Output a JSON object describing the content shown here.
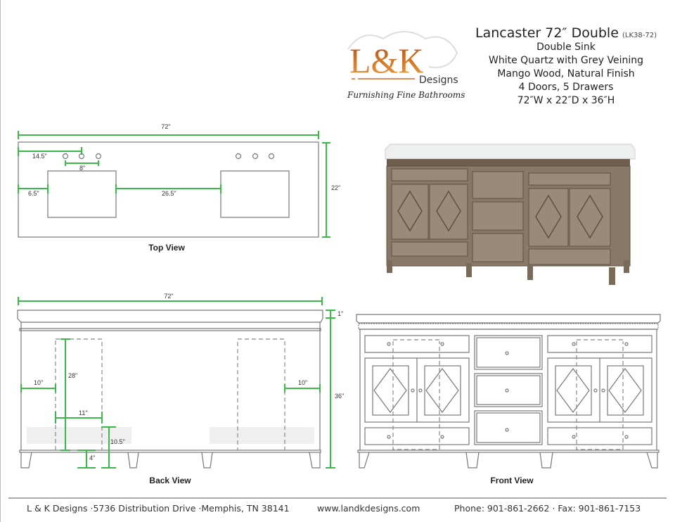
{
  "logo": {
    "mark": "L&K",
    "designs": "Designs",
    "tagline": "Furnishing Fine Bathrooms",
    "accent_color": "#e07a22"
  },
  "product": {
    "name": "Lancaster 72″ Double",
    "model": "(LK38-72)",
    "specs": [
      "Double Sink",
      "White Quartz with Grey Veining",
      "Mango Wood, Natural Finish",
      "4 Doors, 5 Drawers",
      "72″W x 22″D x 36″H"
    ]
  },
  "top_view": {
    "caption": "Top View",
    "width": "72\"",
    "depth": "22\"",
    "faucet_offset": "14.5\"",
    "faucet_spread": "8\"",
    "sink_side": "6.5\"",
    "sink_gap": "26.5\""
  },
  "back_view": {
    "caption": "Back View",
    "width": "72\"",
    "top": "1\"",
    "height": "36\"",
    "opening_height": "28\"",
    "left_offset": "10\"",
    "right_offset": "10\"",
    "opening_width": "11\"",
    "rail_height": "10.5\"",
    "leg_height": "4\""
  },
  "front_view": {
    "caption": "Front View"
  },
  "dimension_color": "#3cb84a",
  "footer": {
    "address": "L & K Designs  ·5736 Distribution Drive  ·Memphis, TN 38141",
    "website": "www.landkdesigns.com",
    "contact": "Phone: 901-861-2662  ·  Fax: 901-861-7153"
  }
}
